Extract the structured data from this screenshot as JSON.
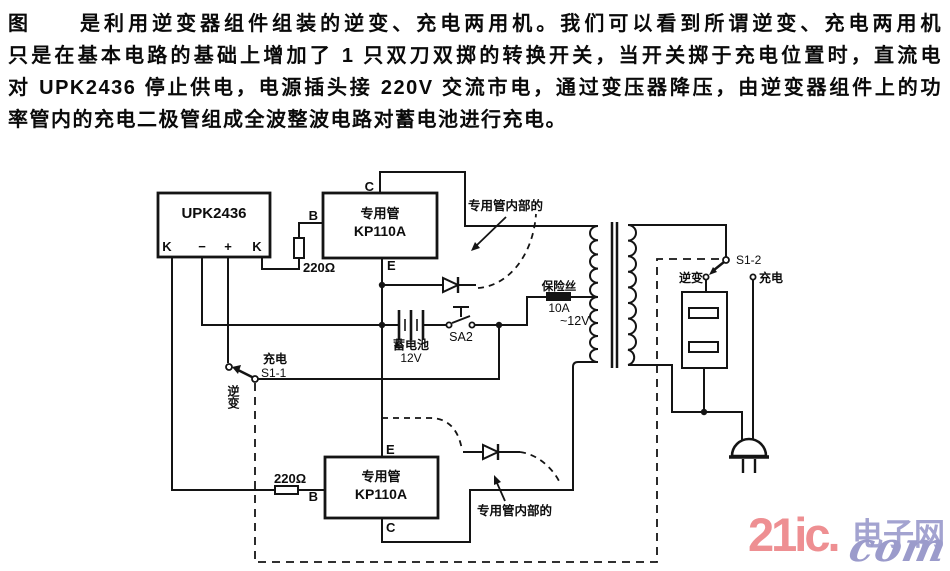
{
  "description": {
    "lines": [
      "图　　是利用逆变器组件组装的逆变、充电两用机。我们可以看到所谓逆变、充电两用机",
      "只是在基本电路的基础上增加了 1 只双刀双掷的转换开关，当开关掷于充电位置时，直流电",
      "对 UPK2436 停止供电，电源插头接 220V 交流市电，通过变压器降压，由逆变器组件上的功",
      "率管内的充电二极管组成全波整波电路对蓄电池进行充电。"
    ]
  },
  "circuit": {
    "inverter_module": {
      "label": "UPK2436",
      "terminals": [
        "K",
        "−",
        "+",
        "K"
      ]
    },
    "tube_top": {
      "name": "专用管",
      "model": "KP110A",
      "collector": "C",
      "base": "B",
      "emitter": "E"
    },
    "tube_bottom": {
      "name": "专用管",
      "model": "KP110A",
      "collector": "C",
      "base": "B",
      "emitter": "E"
    },
    "resistor_top": "220Ω",
    "resistor_bottom": "220Ω",
    "internal_diode_note_top": "专用管内部的",
    "internal_diode_note_bottom": "专用管内部的",
    "fuse": {
      "label": "保险丝",
      "rating": "10A"
    },
    "secondary_voltage": "~12V",
    "battery": {
      "label": "蓄电池",
      "voltage": "12V"
    },
    "switch_sa2": "SA2",
    "switch_s1_1": {
      "name": "S1-1",
      "pos_charge": "充电",
      "pos_invert": "逆变"
    },
    "switch_s1_2": {
      "name": "S1-2",
      "pos_charge": "充电",
      "pos_invert": "逆变"
    }
  },
  "watermark": {
    "brand": "21ic.",
    "suffix_cn": "电子网",
    "suffix_en": "com"
  }
}
